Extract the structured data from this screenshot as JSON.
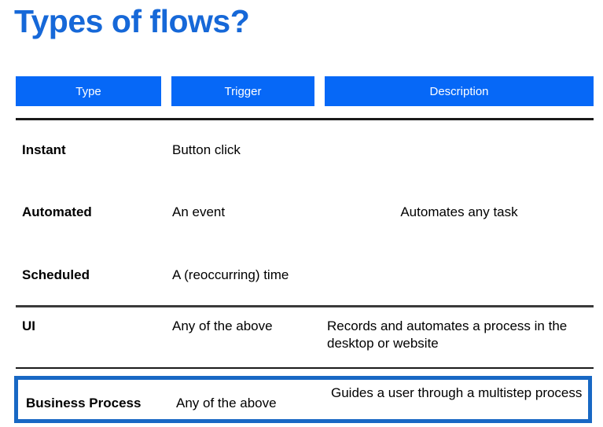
{
  "slide": {
    "title": "Types of flows?",
    "title_color": "#1668d8",
    "accent_color": "#0668f7",
    "highlight_border_color": "#1868c4",
    "background": "#ffffff"
  },
  "table": {
    "headers": [
      "Type",
      "Trigger",
      "Description"
    ],
    "rows": [
      {
        "type": "Instant",
        "trigger": "Button click",
        "description": "",
        "highlighted": false
      },
      {
        "type": "Automated",
        "trigger": "An event",
        "description": "Automates any task",
        "description_align": "center",
        "highlighted": false
      },
      {
        "type": "Scheduled",
        "trigger": "A (reoccurring) time",
        "description": "",
        "highlighted": false
      },
      {
        "type": "UI",
        "trigger": "Any of the above",
        "description": "Records and automates a process in the desktop or website",
        "highlighted": false
      },
      {
        "type": "Business Process",
        "trigger": "Any of the above",
        "description": "Guides a user through a multistep process",
        "highlighted": true
      }
    ]
  }
}
